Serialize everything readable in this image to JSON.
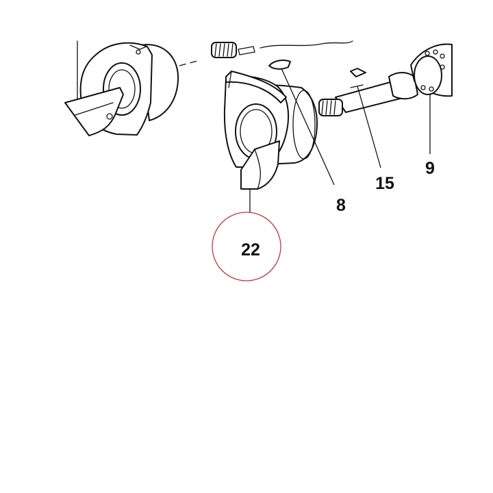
{
  "callouts": {
    "part_8": "8",
    "part_9": "9",
    "part_15": "15",
    "part_22": "22"
  },
  "highlight": {
    "target": "22",
    "color": "#c8343c"
  },
  "colors": {
    "line": "#111111",
    "background": "#ffffff"
  }
}
